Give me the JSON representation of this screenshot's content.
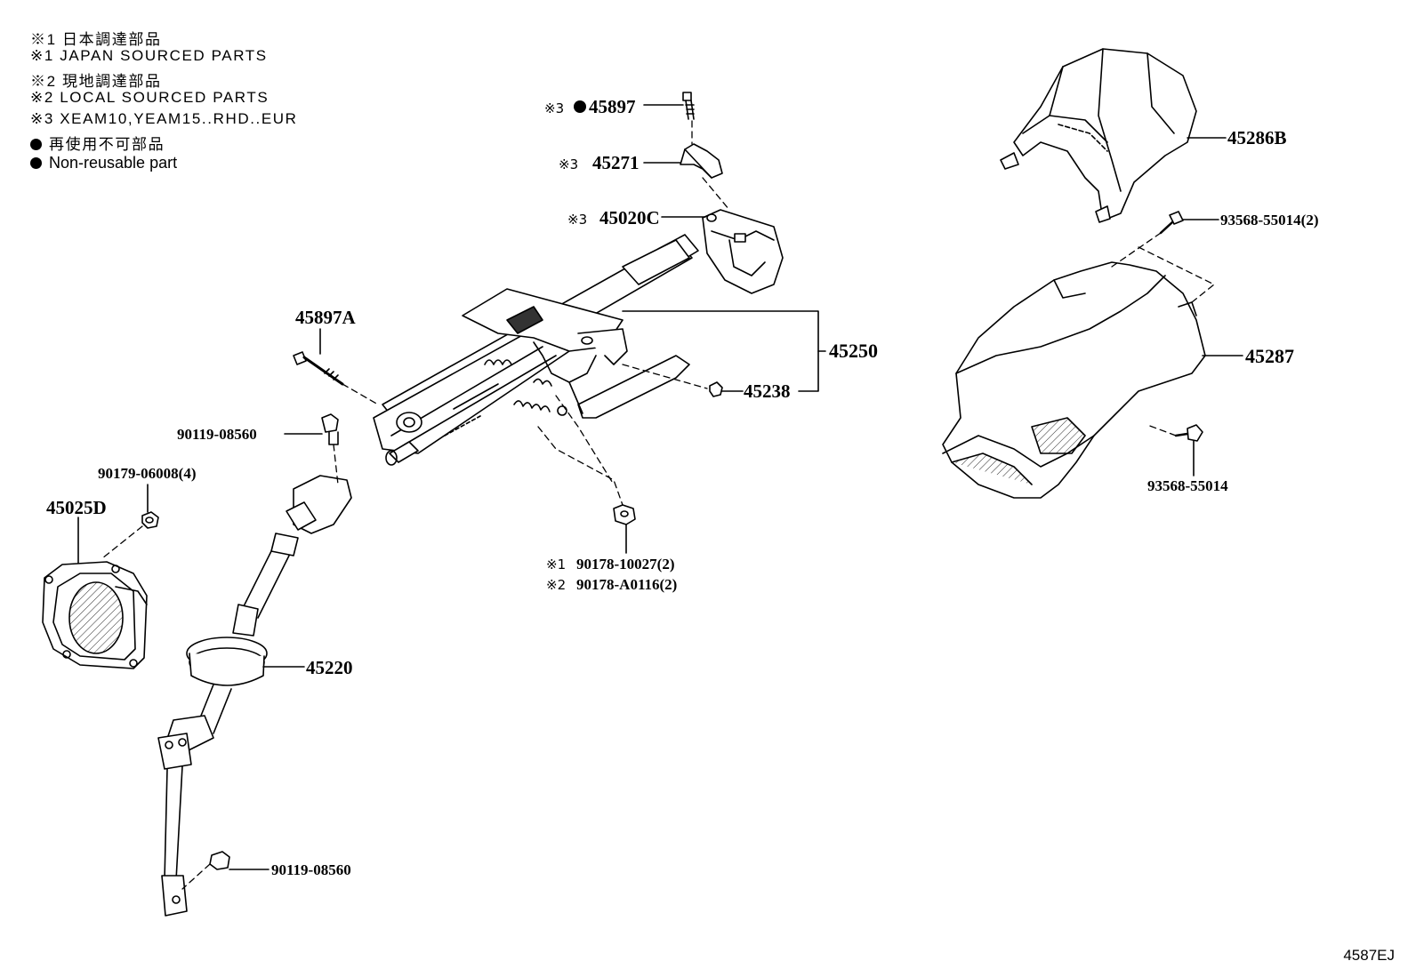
{
  "legend": {
    "lines": [
      "※1 日本調達部品",
      "※1 JAPAN SOURCED PARTS",
      "※2 現地調達部品",
      "※2 LOCAL SOURCED PARTS",
      "※3 XEAM10,YEAM15..RHD..EUR"
    ],
    "nonreusable_jp": "再使用不可部品",
    "nonreusable_en": "Non-reusable part"
  },
  "parts": {
    "p45897": "45897",
    "p45897_note": "※3",
    "p45271": "45271",
    "p45271_note": "※3",
    "p45020C": "45020C",
    "p45020C_note": "※3",
    "p45897A": "45897A",
    "p45250": "45250",
    "p45238": "45238",
    "p90119_top": "90119-08560",
    "p90179": "90179-06008(4)",
    "p45025D": "45025D",
    "p90178_1": "90178-10027(2)",
    "p90178_1_note": "※1",
    "p90178_2": "90178-A0116(2)",
    "p90178_2_note": "※2",
    "p45220": "45220",
    "p90119_bottom": "90119-08560",
    "p45286B": "45286B",
    "p93568_top": "93568-55014(2)",
    "p45287": "45287",
    "p93568_bottom": "93568-55014"
  },
  "diagram_code": "4587EJ"
}
